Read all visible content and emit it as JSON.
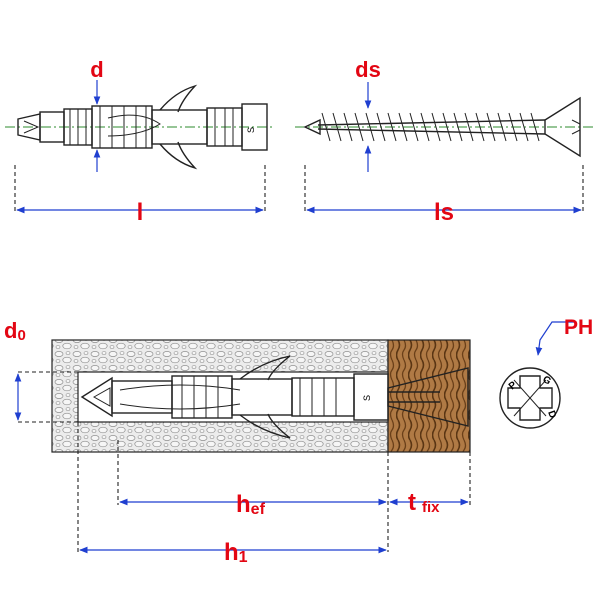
{
  "labels": {
    "d": "d",
    "ds": "ds",
    "l": "l",
    "ls": "ls",
    "d0_main": "d",
    "d0_sub": "0",
    "hef_main": "h",
    "hef_sub": "ef",
    "tfix_main": "t",
    "tfix_sub": "fix",
    "h1_main": "h",
    "h1_sub": "1",
    "ph": "PH"
  },
  "plug_marking": "S",
  "ph_letters": {
    "p": "P",
    "g": "G",
    "d": "D"
  },
  "colors": {
    "label": "#e30613",
    "dimension": "#1f3fd0",
    "axis": "#2e8b2e",
    "concrete": "#e9e9e9",
    "wood": "#8a5a2b"
  }
}
